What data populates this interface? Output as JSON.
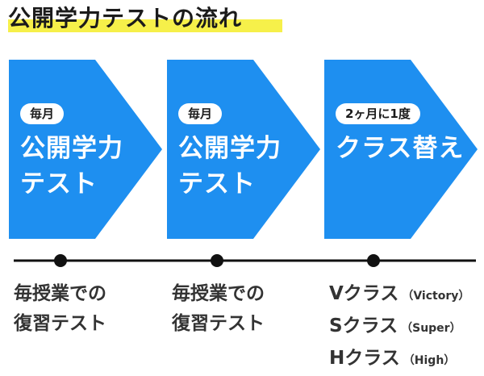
{
  "title": "公開学力テストの流れ",
  "colors": {
    "accent": "#1e8ff0",
    "highlight": "#f6f04a",
    "text": "#222222"
  },
  "steps": [
    {
      "badge": "毎月",
      "title_line1": "公開学力",
      "title_line2": "テスト"
    },
    {
      "badge": "毎月",
      "title_line1": "公開学力",
      "title_line2": "テスト"
    },
    {
      "badge": "2ヶ月に1度",
      "title_line1": "クラス替え",
      "title_line2": ""
    }
  ],
  "descriptions": [
    {
      "lines": [
        "毎授業での",
        "復習テスト"
      ]
    },
    {
      "lines": [
        "毎授業での",
        "復習テスト"
      ]
    },
    {
      "classes": [
        {
          "name": "Vクラス",
          "note": "（Victory）"
        },
        {
          "name": "Sクラス",
          "note": "（Super）"
        },
        {
          "name": "Hクラス",
          "note": "（High）"
        }
      ]
    }
  ]
}
